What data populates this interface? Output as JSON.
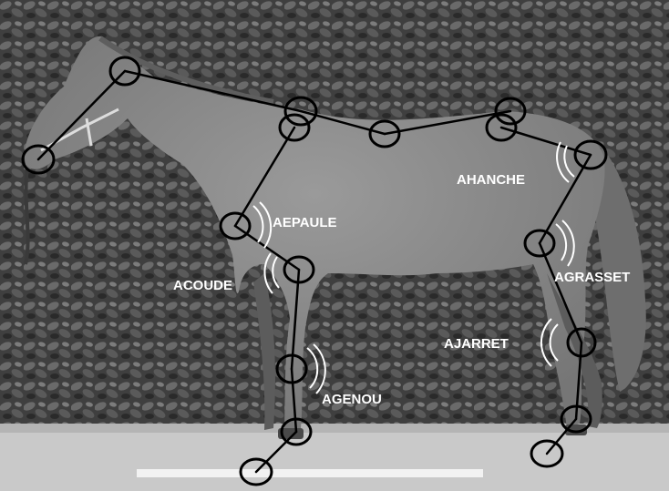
{
  "labels": {
    "ahanche": "AHANCHE",
    "aepaule": "AEPAULE",
    "acoude": "ACOUDE",
    "agrasset": "AGRASSET",
    "ajarret": "AJARRET",
    "agenou": "AGENOU"
  },
  "colors": {
    "skeleton": "#000000",
    "angle_marks": "#ffffff",
    "hedge": "#3e3e3e",
    "horse": "#8a8a8a",
    "ground": "#cfcfcf"
  }
}
